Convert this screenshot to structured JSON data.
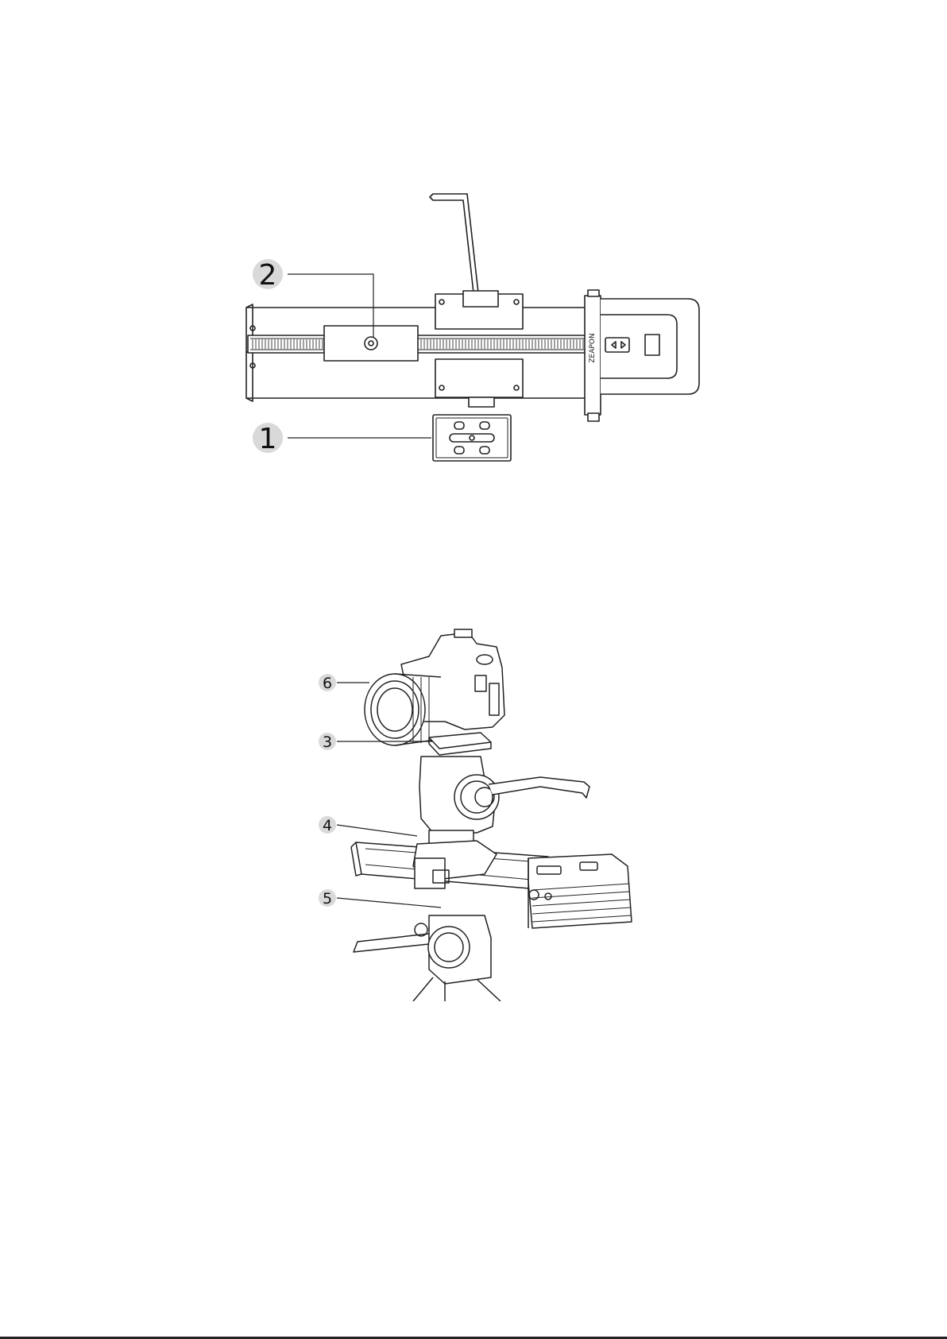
{
  "figure_top": {
    "callouts": [
      {
        "num": "2"
      },
      {
        "num": "1"
      }
    ],
    "brand_mark": "ZEAPON"
  },
  "figure_bottom": {
    "callouts": [
      {
        "num": "6"
      },
      {
        "num": "3"
      },
      {
        "num": "4"
      },
      {
        "num": "5"
      }
    ]
  },
  "colors": {
    "line": "#222222",
    "callout_fill": "#d9d9d9",
    "background": "#ffffff"
  }
}
